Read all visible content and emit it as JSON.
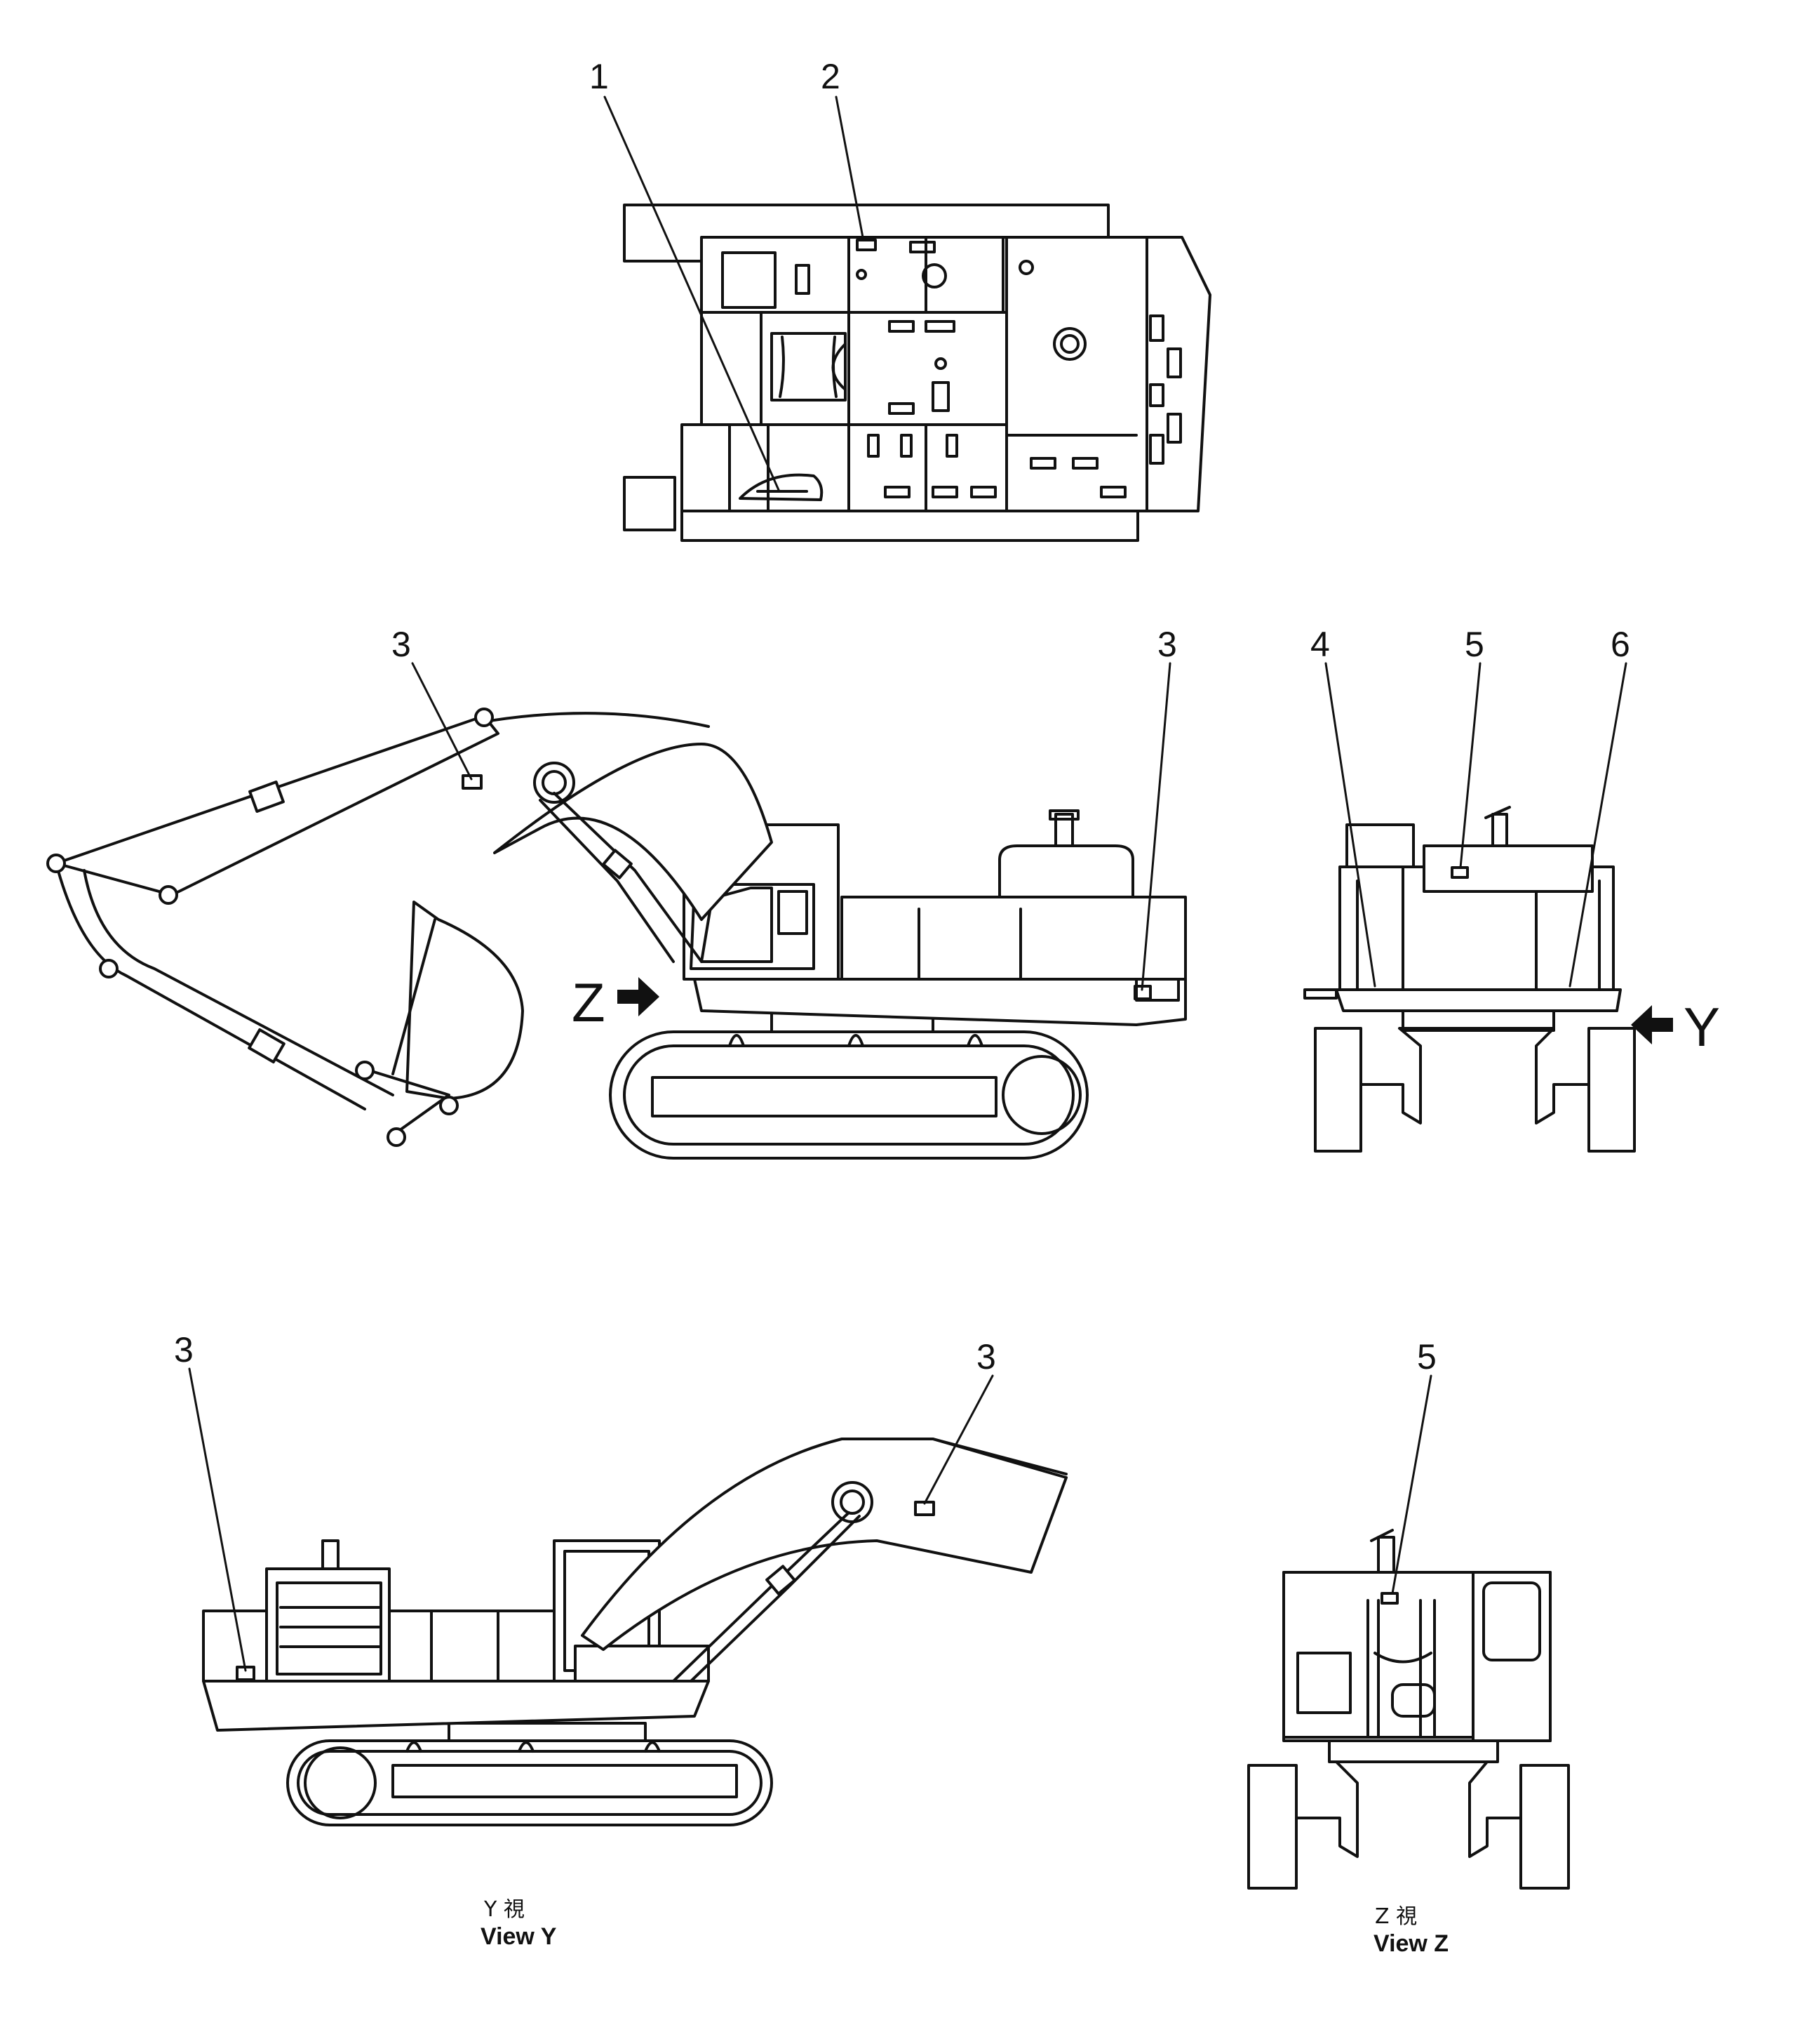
{
  "callouts": {
    "c1": "1",
    "c2": "2",
    "c3a": "3",
    "c3b": "3",
    "c4": "4",
    "c5a": "5",
    "c6": "6",
    "c3c": "3",
    "c3d": "3",
    "c5b": "5"
  },
  "view_arrows": {
    "z": "Z",
    "y": "Y"
  },
  "captions": {
    "view_y_kanji": "Y 視",
    "view_y": "View Y",
    "view_z_kanji": "Z 視",
    "view_z": "View Z"
  }
}
